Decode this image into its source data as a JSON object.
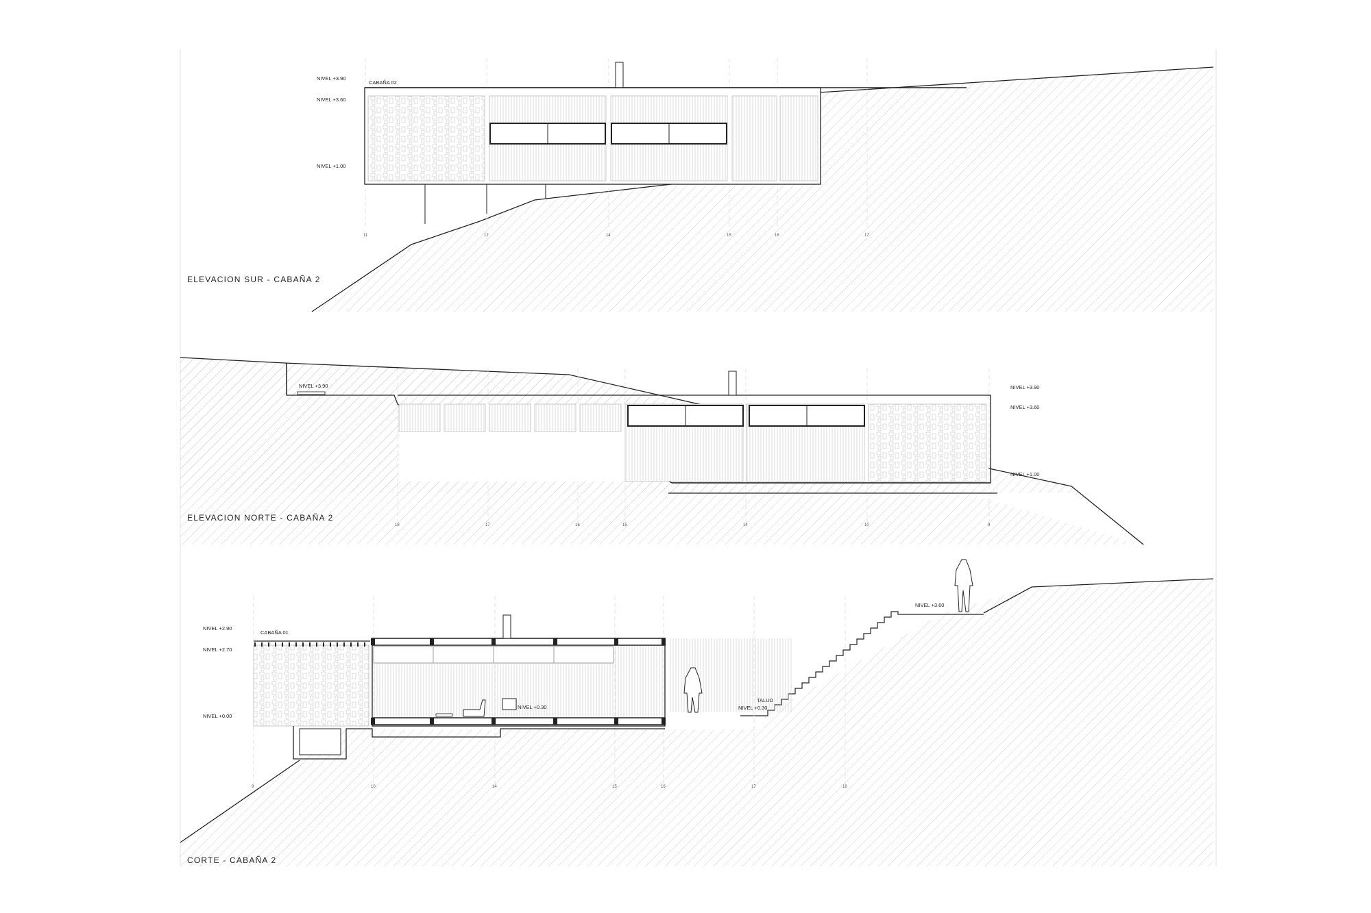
{
  "sheet": {
    "drawings": [
      {
        "title": "ELEVACION SUR - CABAÑA 2",
        "cabin_label": "CABAÑA 02",
        "levels": [
          "NIVEL +3.90",
          "NIVEL +3.60",
          "NIVEL +1.00"
        ],
        "axes": [
          "11",
          "12",
          "14",
          "15",
          "16",
          "17"
        ]
      },
      {
        "title": "ELEVACION NORTE - CABAÑA 2",
        "levels": [
          "NIVEL +3.90",
          "NIVEL +3.90",
          "NIVEL +3.60",
          "NIVEL +1.00"
        ],
        "axes": [
          "18",
          "17",
          "16",
          "15",
          "14",
          "10",
          "9"
        ]
      },
      {
        "title": "CORTE - CABAÑA 2",
        "cabin_label": "CABAÑA 01",
        "levels": [
          "NIVEL +2.90",
          "NIVEL +2.70",
          "NIVEL +0.00",
          "NIVEL +0.30",
          "NIVEL +0.30",
          "NIVEL +3.60"
        ],
        "annotations": [
          "TALUD"
        ],
        "axes": [
          "9",
          "10",
          "14",
          "15",
          "16",
          "17",
          "18"
        ]
      }
    ]
  },
  "colors": {
    "line": "#222222",
    "hatch": "#cfcfcf",
    "grid": "#d8d8d8",
    "panel": "#bdbdbd"
  }
}
